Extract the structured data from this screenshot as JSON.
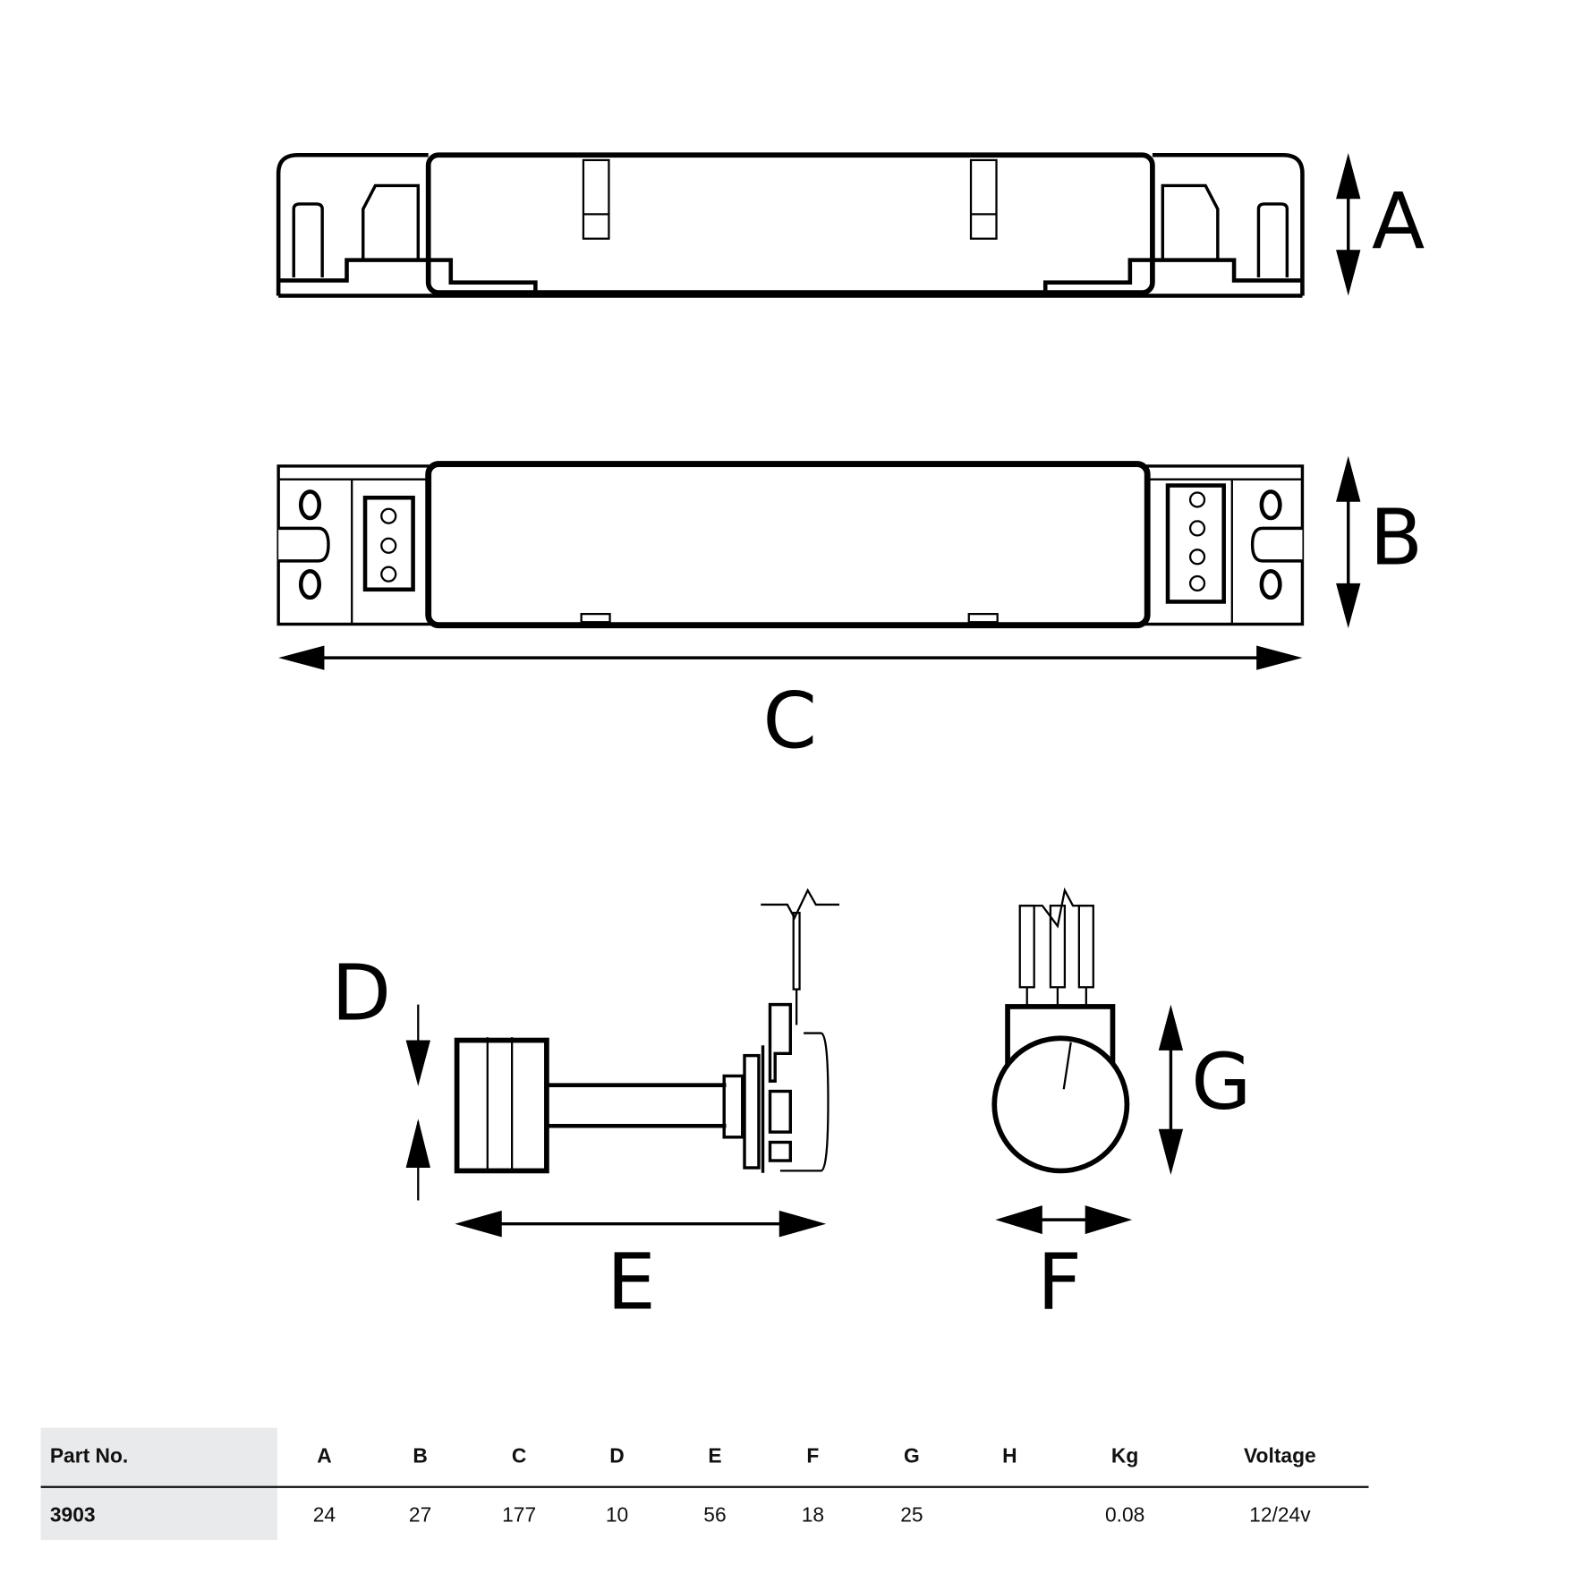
{
  "drawing": {
    "labels": {
      "A": "A",
      "B": "B",
      "C": "C",
      "D": "D",
      "E": "E",
      "F": "F",
      "G": "G"
    }
  },
  "table": {
    "headers": [
      "Part No.",
      "A",
      "B",
      "C",
      "D",
      "E",
      "F",
      "G",
      "H",
      "Kg",
      "Voltage"
    ],
    "rows": [
      [
        "3903",
        "24",
        "27",
        "177",
        "10",
        "56",
        "18",
        "25",
        "",
        "0.08",
        "12/24v"
      ]
    ]
  }
}
